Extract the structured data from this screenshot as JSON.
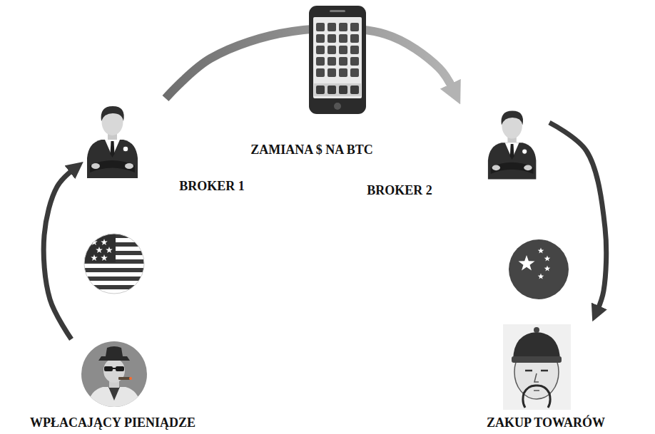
{
  "diagram": {
    "nodes": [
      {
        "text": [
          "BROKER 1"
        ]
      },
      {
        "text": [
          "BROKER 2"
        ]
      },
      {
        "text": [
          "WPŁACAJĄCY PIENIĄDZE"
        ]
      },
      {
        "text": [
          "ZAKUP TOWARÓW"
        ]
      }
    ],
    "edges": [
      {
        "from": 2,
        "to": 0,
        "arrow": "to"
      },
      {
        "from": 0,
        "to": 1,
        "arrow": "to",
        "label": "ZAMIANA $ NA BTC"
      },
      {
        "from": 1,
        "to": 3,
        "arrow": "to"
      }
    ]
  }
}
